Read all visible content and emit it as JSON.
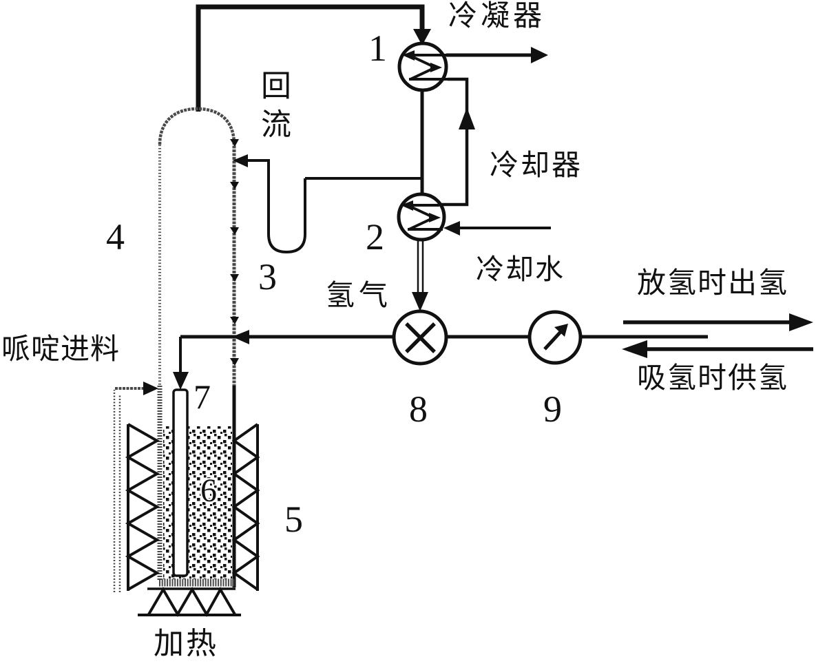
{
  "labels": {
    "condenser": "冷凝器",
    "cooler": "冷却器",
    "cooling_water": "冷却水",
    "reflux": "回流",
    "hydrogen_gas": "氢气",
    "piperidine_feed": "哌啶进料",
    "h2_release": "放氢时出氢",
    "h2_supply": "吸氢时供氢",
    "heating": "加热"
  },
  "numbers": {
    "condenser": "1",
    "cooler": "2",
    "reflux_loop": "3",
    "column": "4",
    "furnace": "5",
    "catalyst_bed": "6",
    "inner_tube": "7",
    "valve": "8",
    "flow_meter": "9"
  },
  "colors": {
    "ink": "#111111",
    "speckle_gray": "#4a4a4a",
    "background": "#ffffff"
  }
}
